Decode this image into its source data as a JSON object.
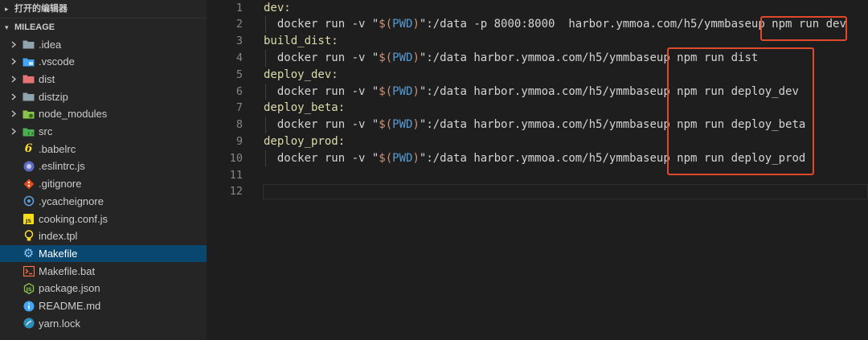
{
  "sidebar": {
    "open_editors_title": "打开的编辑器",
    "project_title": "MILEAGE",
    "items": [
      {
        "label": ".idea",
        "icon": "folder-icon",
        "color": "#90a4ae",
        "folder": true
      },
      {
        "label": ".vscode",
        "icon": "vscode-folder-icon",
        "color": "#42a5f5",
        "folder": true
      },
      {
        "label": "dist",
        "icon": "dist-folder-icon",
        "color": "#e57373",
        "folder": true
      },
      {
        "label": "distzip",
        "icon": "folder-icon",
        "color": "#90a4ae",
        "folder": true
      },
      {
        "label": "node_modules",
        "icon": "node-modules-folder-icon",
        "color": "#8bc34a",
        "folder": true
      },
      {
        "label": "src",
        "icon": "src-folder-icon",
        "color": "#4caf50",
        "folder": true
      },
      {
        "label": ".babelrc",
        "icon": "babel-icon",
        "color": "#fdd835",
        "folder": false
      },
      {
        "label": ".eslintrc.js",
        "icon": "eslint-icon",
        "color": "#5c6bc0",
        "folder": false
      },
      {
        "label": ".gitignore",
        "icon": "git-icon",
        "color": "#e64a19",
        "folder": false
      },
      {
        "label": ".ycacheignore",
        "icon": "file-icon",
        "color": "#5c9bd6",
        "folder": false
      },
      {
        "label": "cooking.conf.js",
        "icon": "js-icon",
        "color": "#f5de19",
        "folder": false
      },
      {
        "label": "index.tpl",
        "icon": "lightbulb-icon",
        "color": "#fdd835",
        "folder": false
      },
      {
        "label": "Makefile",
        "icon": "gear-icon",
        "color": "#90caf9",
        "folder": false,
        "selected": true
      },
      {
        "label": "Makefile.bat",
        "icon": "terminal-icon",
        "color": "#ff7043",
        "folder": false
      },
      {
        "label": "package.json",
        "icon": "npm-icon",
        "color": "#8bc34a",
        "folder": false
      },
      {
        "label": "README.md",
        "icon": "info-icon",
        "color": "#42a5f5",
        "folder": false
      },
      {
        "label": "yarn.lock",
        "icon": "yarn-icon",
        "color": "#2c8ebb",
        "folder": false
      }
    ]
  },
  "editor": {
    "lines": [
      {
        "n": "1",
        "tokens": [
          {
            "t": "dev:",
            "c": "target"
          }
        ]
      },
      {
        "n": "2",
        "tokens": [
          {
            "t": "  docker run -v \"",
            "c": "plain"
          },
          {
            "t": "$(",
            "c": "str"
          },
          {
            "t": "PWD",
            "c": "var"
          },
          {
            "t": ")",
            "c": "str"
          },
          {
            "t": "\":/data -p 8000:8000  harbor.ymmoa.com/h5/ymmbaseup npm run dev",
            "c": "plain"
          }
        ]
      },
      {
        "n": "3",
        "tokens": [
          {
            "t": "build_dist:",
            "c": "target"
          }
        ]
      },
      {
        "n": "4",
        "tokens": [
          {
            "t": "  docker run -v \"",
            "c": "plain"
          },
          {
            "t": "$(",
            "c": "str"
          },
          {
            "t": "PWD",
            "c": "var"
          },
          {
            "t": ")",
            "c": "str"
          },
          {
            "t": "\":/data harbor.ymmoa.com/h5/ymmbaseup npm run dist",
            "c": "plain"
          }
        ]
      },
      {
        "n": "5",
        "tokens": [
          {
            "t": "deploy_dev:",
            "c": "target"
          }
        ]
      },
      {
        "n": "6",
        "tokens": [
          {
            "t": "  docker run -v \"",
            "c": "plain"
          },
          {
            "t": "$(",
            "c": "str"
          },
          {
            "t": "PWD",
            "c": "var"
          },
          {
            "t": ")",
            "c": "str"
          },
          {
            "t": "\":/data harbor.ymmoa.com/h5/ymmbaseup npm run deploy_dev",
            "c": "plain"
          }
        ]
      },
      {
        "n": "7",
        "tokens": [
          {
            "t": "deploy_beta:",
            "c": "target"
          }
        ]
      },
      {
        "n": "8",
        "tokens": [
          {
            "t": "  docker run -v \"",
            "c": "plain"
          },
          {
            "t": "$(",
            "c": "str"
          },
          {
            "t": "PWD",
            "c": "var"
          },
          {
            "t": ")",
            "c": "str"
          },
          {
            "t": "\":/data harbor.ymmoa.com/h5/ymmbaseup npm run deploy_beta",
            "c": "plain"
          }
        ]
      },
      {
        "n": "9",
        "tokens": [
          {
            "t": "deploy_prod:",
            "c": "target"
          }
        ]
      },
      {
        "n": "10",
        "tokens": [
          {
            "t": "  docker run -v \"",
            "c": "plain"
          },
          {
            "t": "$(",
            "c": "str"
          },
          {
            "t": "PWD",
            "c": "var"
          },
          {
            "t": ")",
            "c": "str"
          },
          {
            "t": "\":/data harbor.ymmoa.com/h5/ymmbaseup npm run deploy_prod",
            "c": "plain"
          }
        ]
      },
      {
        "n": "11",
        "tokens": []
      },
      {
        "n": "12",
        "tokens": []
      }
    ]
  },
  "colors": {
    "highlight_box": "#e0492a",
    "selection": "#094771"
  }
}
